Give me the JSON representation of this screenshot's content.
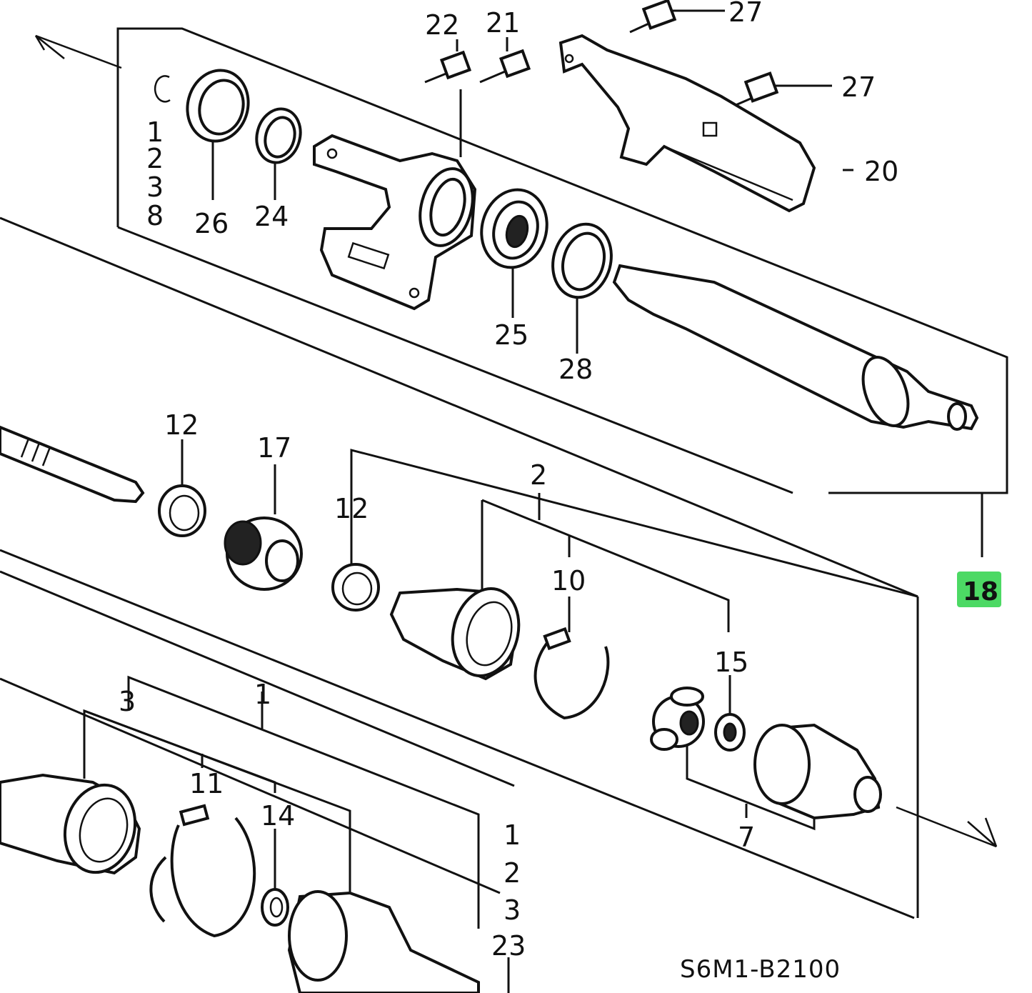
{
  "diagram": {
    "code": "S6M1-B2100",
    "highlight": {
      "label": "18",
      "color": "#4cd964"
    },
    "callouts": {
      "c22": "22",
      "c21": "21",
      "c27a": "27",
      "c27b": "27",
      "c20": "20",
      "c1a": "1",
      "c2a": "2",
      "c3a": "3",
      "c8": "8",
      "c26": "26",
      "c24": "24",
      "c25": "25",
      "c28": "28",
      "c12a": "12",
      "c17": "17",
      "c2b": "2",
      "c12b": "12",
      "c10": "10",
      "c15": "15",
      "c7": "7",
      "c3b": "3",
      "c1b": "1",
      "c11": "11",
      "c14": "14",
      "c1c": "1",
      "c2c": "2",
      "c3c": "3",
      "c23": "23"
    }
  }
}
